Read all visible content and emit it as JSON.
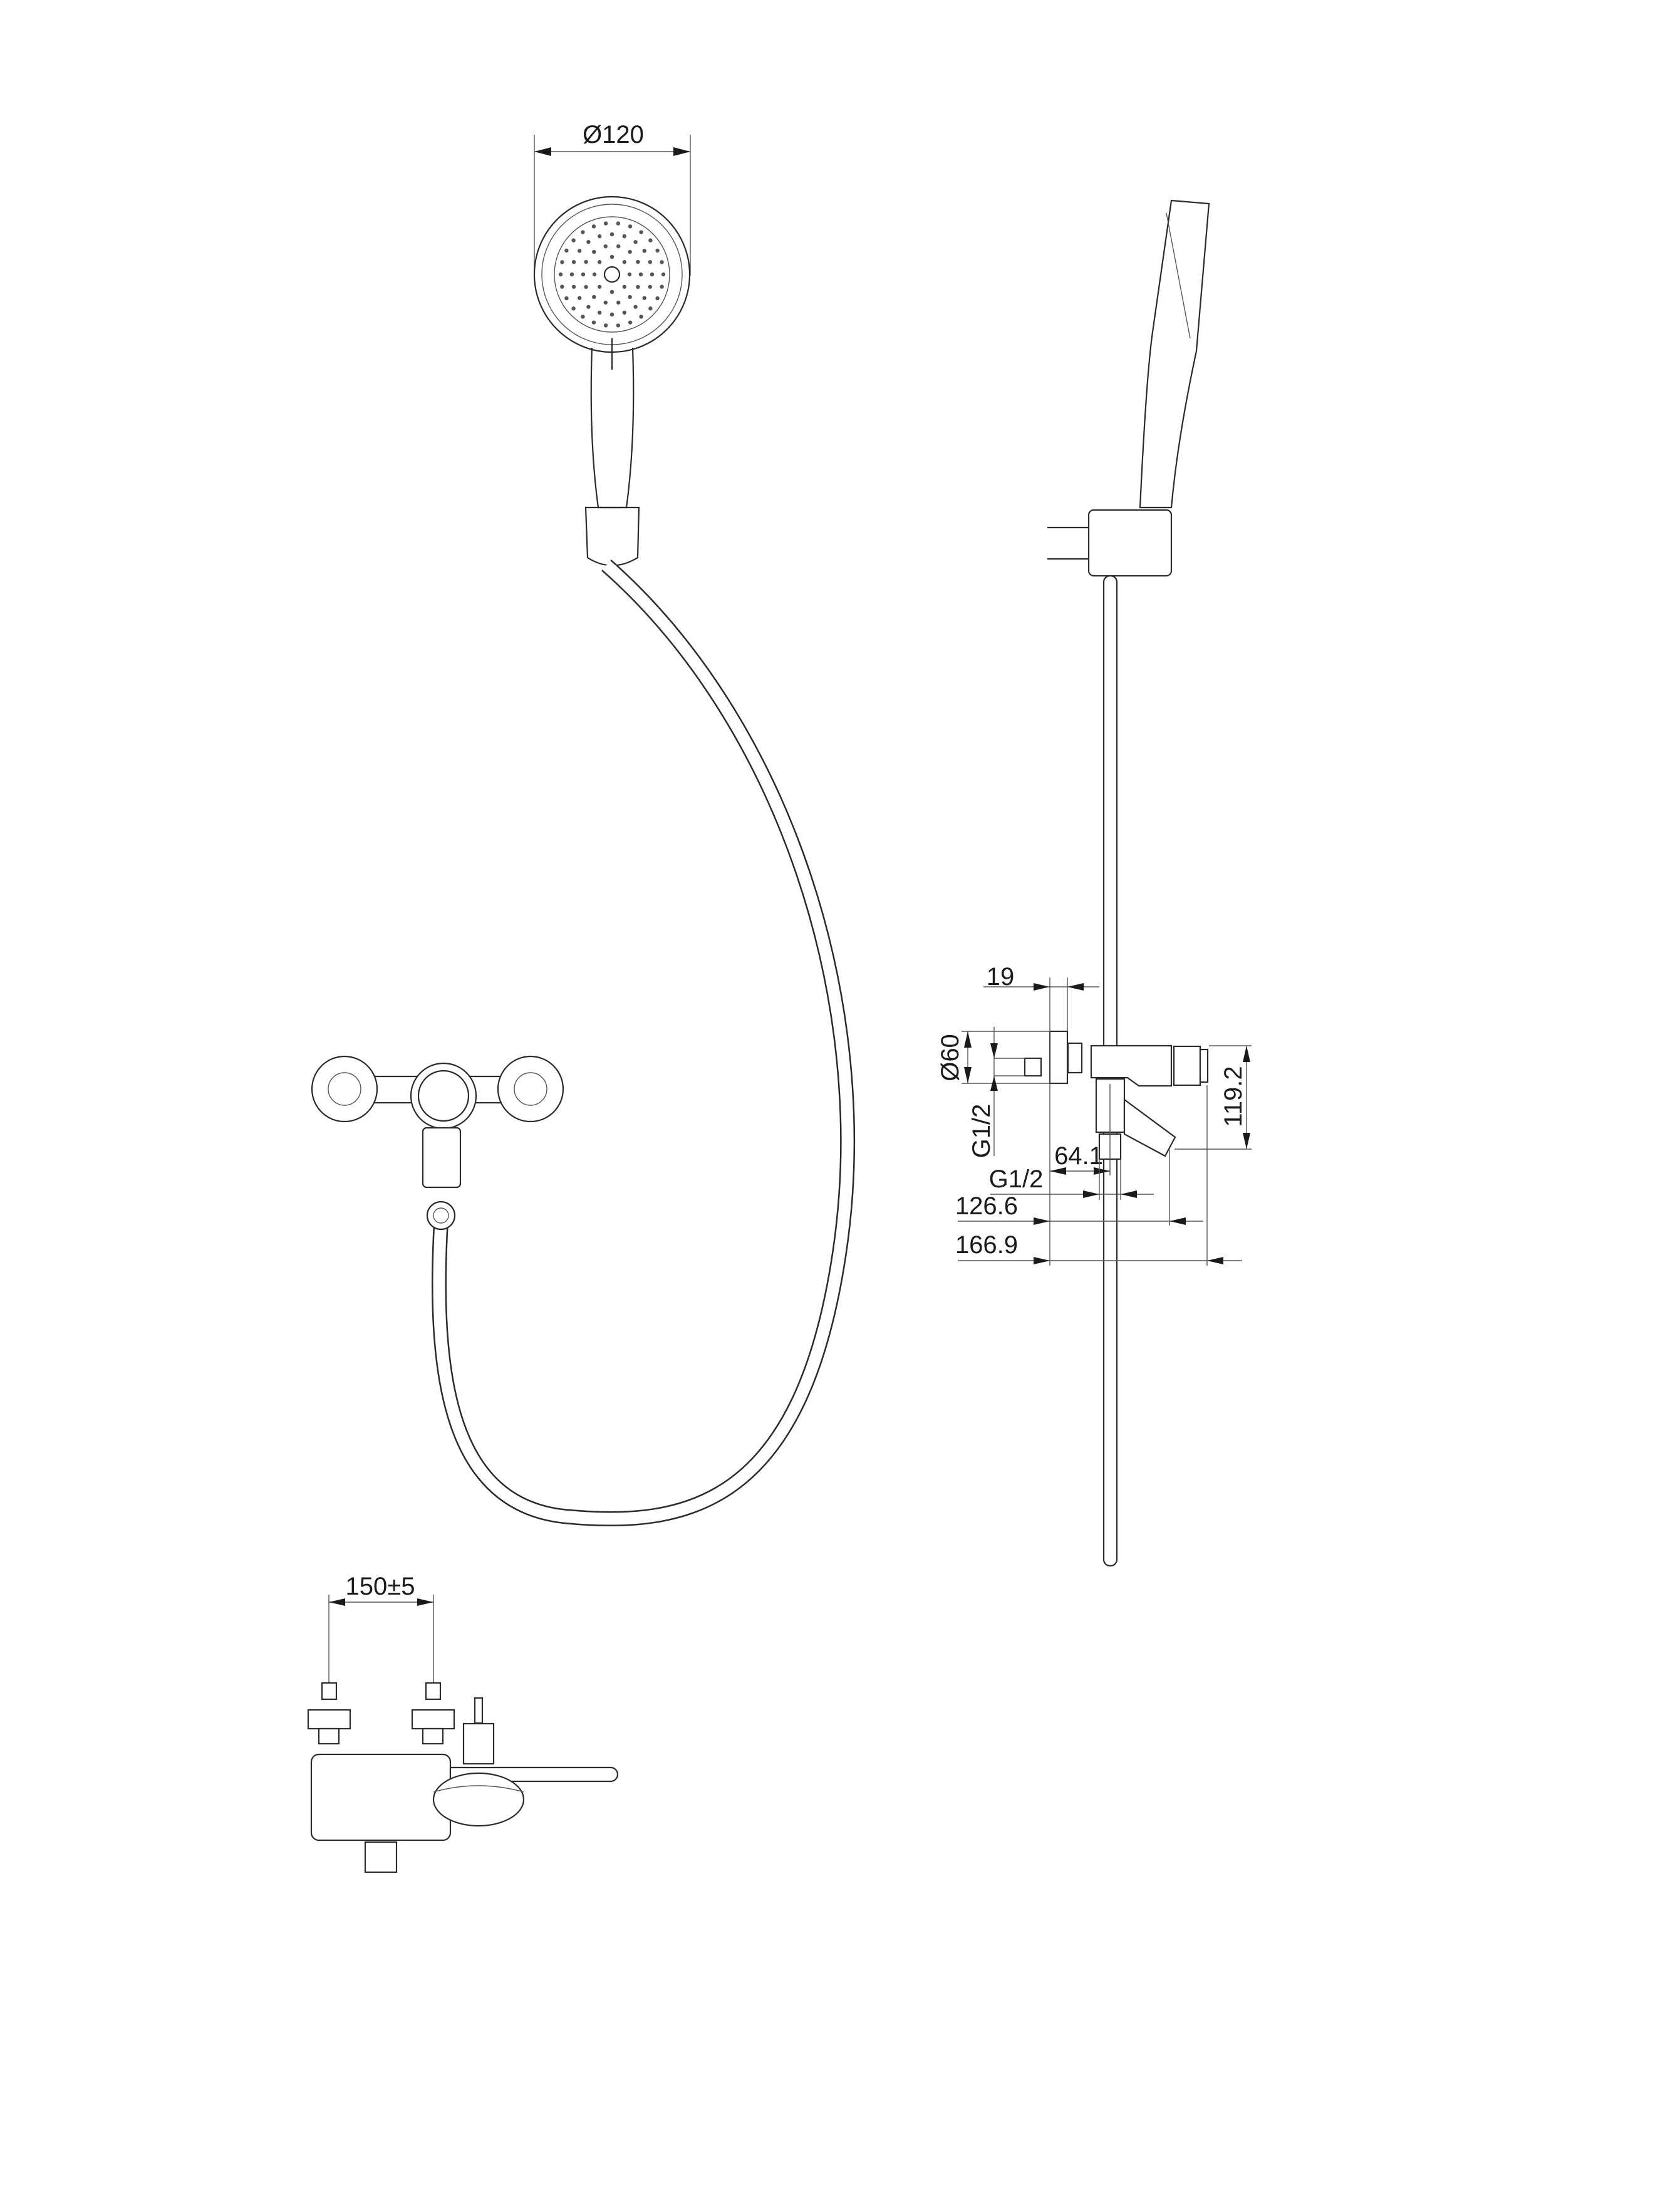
{
  "drawing": {
    "top_view": {
      "head_diameter_label": "Ø120"
    },
    "side_view": {
      "wall_offset_label": "19",
      "flange_diameter_label": "Ø60",
      "inlet_thread_label": "G1/2",
      "height_label": "119.2",
      "outlet_offset_label": "64.1",
      "outlet_thread_label": "G1/2",
      "spout_projection_label": "126.6",
      "total_projection_label": "166.9"
    },
    "bottom_view": {
      "inlet_spacing_label": "150±5"
    }
  },
  "colors": {
    "line": "#2a2a2a",
    "background": "#ffffff"
  }
}
